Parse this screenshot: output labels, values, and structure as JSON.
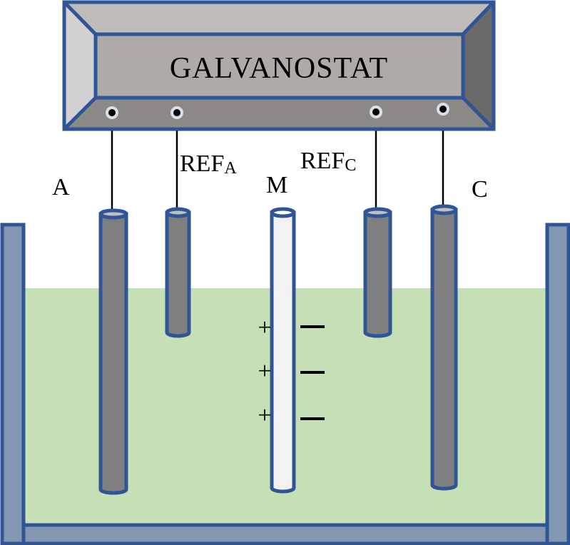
{
  "device": {
    "title": "GALVANOSTAT",
    "colors": {
      "outline": "#2F5597",
      "top_bevel": "#BFBBB9",
      "left_bevel": "#D2D0D0",
      "right_bevel": "#6B6969",
      "bottom_bevel": "#8C8887",
      "face": "#AEAAA8",
      "terminal_ring": "#D9E0EA",
      "terminal_dot": "#000000"
    }
  },
  "electrodes": [
    {
      "id": "A",
      "label": "A",
      "subscript": "",
      "role": "anode"
    },
    {
      "id": "REFA",
      "label": "REF",
      "subscript": "A",
      "role": "reference-anode"
    },
    {
      "id": "M",
      "label": "M",
      "subscript": "",
      "role": "membrane"
    },
    {
      "id": "REFC",
      "label": "REF",
      "subscript": "C",
      "role": "reference-cathode"
    },
    {
      "id": "C",
      "label": "C",
      "subscript": "",
      "role": "cathode"
    }
  ],
  "membrane_charges": {
    "left": [
      "+",
      "+",
      "+"
    ],
    "right": [
      "−",
      "−",
      "−"
    ]
  },
  "colors": {
    "electrolyte": "#C5E0B4",
    "tank": "#8497B0",
    "tank_outline": "#2F5597",
    "electrode_fill": "#7F7F7F",
    "electrode_cap": "#BFBFBF",
    "membrane_fill": "#F2F2F2"
  }
}
